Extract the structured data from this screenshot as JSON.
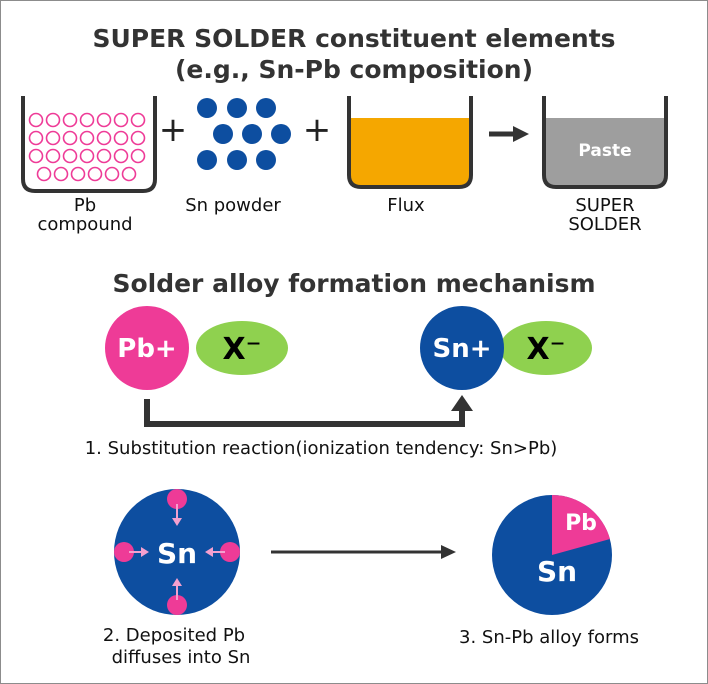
{
  "title": {
    "line1": "SUPER SOLDER constituent elements",
    "line2": "(e.g., Sn-Pb composition)"
  },
  "components": {
    "pb_label_1": "Pb",
    "pb_label_2": "compound",
    "sn_label": "Sn powder",
    "flux_label": "Flux",
    "paste_text": "Paste",
    "super_label_1": "SUPER",
    "super_label_2": "SOLDER",
    "plus": "+"
  },
  "mechanism": {
    "title": "Solder alloy formation mechanism",
    "pb_ion": "Pb+",
    "sn_ion": "Sn+",
    "anion": "X⁻",
    "step1": "1. Substitution reaction(ionization tendency: Sn>Pb)",
    "sn_center": "Sn",
    "step2_line1": "2. Deposited Pb",
    "step2_line2": "diffuses into Sn",
    "pie_pb": "Pb",
    "pie_sn": "Sn",
    "step3": "3. Sn-Pb alloy forms"
  },
  "colors": {
    "pink": "#ee3b97",
    "blue": "#0d4ea0",
    "green": "#8fd14f",
    "flux": "#f5a700",
    "paste": "#9e9e9e",
    "dark": "#333333"
  }
}
